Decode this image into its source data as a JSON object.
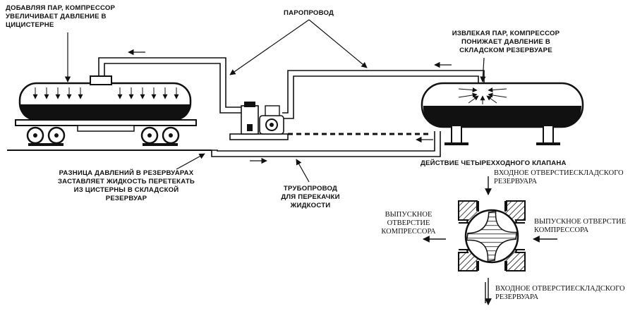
{
  "labels": {
    "tank_car_pressure": "ДОБАВЛЯЯ ПАР, КОМПРЕССОР\nУВЕЛИЧИВАЕТ ДАВЛЕНИЕ В\nЦИЦИСТЕРНЕ",
    "vapor_pipe": "ПАРОПРОВОД",
    "storage_pressure": "ИЗВЛЕКАЯ ПАР, КОМПРЕССОР\nПОНИЖАЕТ ДАВЛЕНИЕ В\nСКЛАДСКОМ РЕЗЕРВУАРЕ",
    "pressure_difference": "РАЗНИЦА ДАВЛЕНИЙ В РЕЗЕРВУАРАХ\nЗАСТАВЛЯЕТ ЖИДКОСТЬ ПЕРЕТЕКАТЬ\nИЗ ЦИСТЕРНЫ В СКЛАДСКОЙ\nРЕЗЕРВУАР",
    "liquid_pipe": "ТРУБОПРОВОД\nДЛЯ ПЕРЕКАЧКИ\nЖИДКОСТИ",
    "valve_title": "ДЕЙСТВИЕ ЧЕТЫРЕХХОДНОГО КЛАПАНА",
    "inlet_top": "ВХОДНОЕ ОТВЕРСТИЕСКЛАДСКОГО\nРЕЗЕРВУАРА",
    "outlet_left": "ВЫПУСКНОЕ\nОТВЕРСТИЕ\nКОМПРЕССОРА",
    "outlet_right": "ВЫПУСКНОЕ ОТВЕРСТИЕ\nКОМПРЕССОРА",
    "inlet_bottom": "ВХОДНОЕ ОТВЕРСТИЕСКЛАДСКОГО\nРЕЗЕРВУАРА"
  },
  "colors": {
    "ink": "#111111",
    "paper": "#ffffff"
  }
}
